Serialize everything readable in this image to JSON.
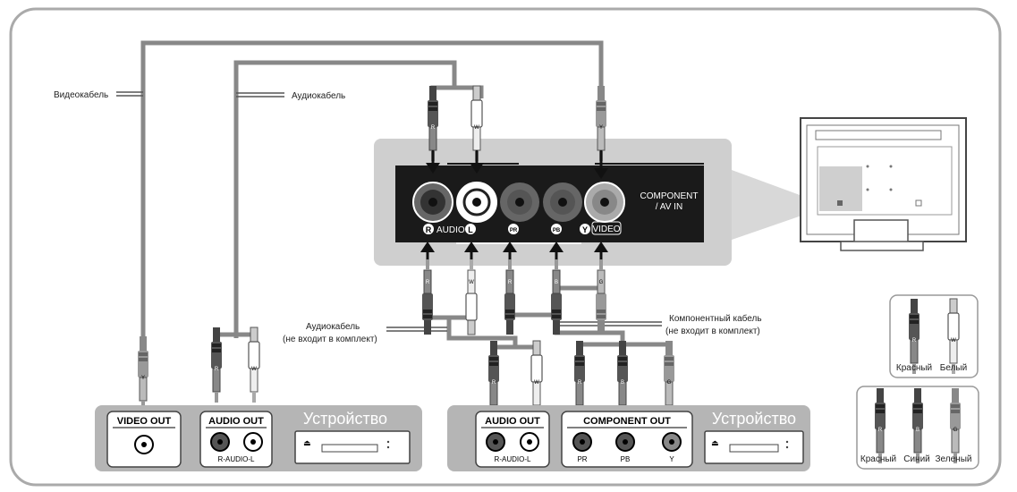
{
  "labels": {
    "video_cable": "Видеокабель",
    "audio_cable_top": "Аудиокабель",
    "audio_cable_mid_line1": "Аудиокабель",
    "audio_cable_mid_line2": "(не входит в комплект)",
    "component_cable_line1": "Компонентный кабель",
    "component_cable_line2": "(не входит в комплект)"
  },
  "tv_panel": {
    "audio_label": "AUDIO",
    "video_label": "VIDEO",
    "jack_r": "R",
    "jack_l": "L",
    "jack_pr": "PR",
    "jack_pb": "PB",
    "jack_y": "Y",
    "input_line1": "COMPONENT",
    "input_line2": "/ AV IN"
  },
  "device_left": {
    "video_out_title": "VIDEO OUT",
    "audio_out_title": "AUDIO OUT",
    "audio_out_sub": "R-AUDIO-L",
    "device_label": "Устройство"
  },
  "device_right": {
    "audio_out_title": "AUDIO OUT",
    "audio_out_sub": "R-AUDIO-L",
    "component_out_title": "COMPONENT OUT",
    "comp_pr": "PR",
    "comp_pb": "PB",
    "comp_y": "Y",
    "device_label": "Устройство"
  },
  "legend_audio": {
    "red": "Красный",
    "white": "Белый"
  },
  "legend_component": {
    "red": "Красный",
    "blue": "Синий",
    "green": "Зеленый"
  },
  "plug_letters": {
    "red": "R",
    "white": "W",
    "blue": "B",
    "green": "G",
    "yellow": "Y"
  }
}
